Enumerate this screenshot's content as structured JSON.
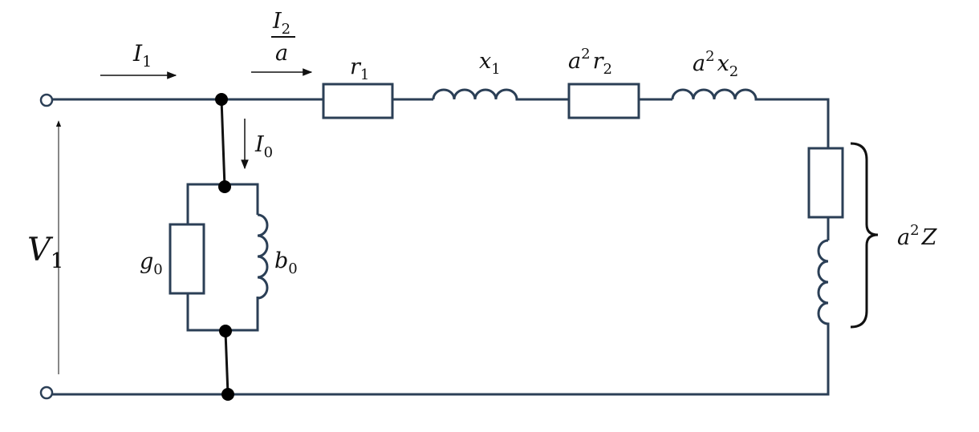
{
  "labels": {
    "current_in": {
      "main": "I",
      "sub": "1"
    },
    "current_load_num": {
      "main": "I",
      "sub": "2"
    },
    "current_load_den": "a",
    "current_mag": {
      "main": "I",
      "sub": "0"
    },
    "voltage": {
      "main": "V",
      "sub": "1"
    },
    "conductance": {
      "main": "g",
      "sub": "0"
    },
    "susceptance": {
      "main": "b",
      "sub": "0"
    },
    "r1": {
      "main": "r",
      "sub": "1"
    },
    "x1": {
      "main": "x",
      "sub": "1"
    },
    "a2r2": {
      "coef": "a",
      "sup": "2",
      "main": "r",
      "sub": "2"
    },
    "a2x2": {
      "coef": "a",
      "sup": "2",
      "main": "x",
      "sub": "2"
    },
    "load": {
      "coef": "a",
      "sup": "2",
      "main": "Z"
    }
  },
  "colors": {
    "wire": "#2b3f56",
    "arrow": "#111111",
    "node": "#000000"
  }
}
